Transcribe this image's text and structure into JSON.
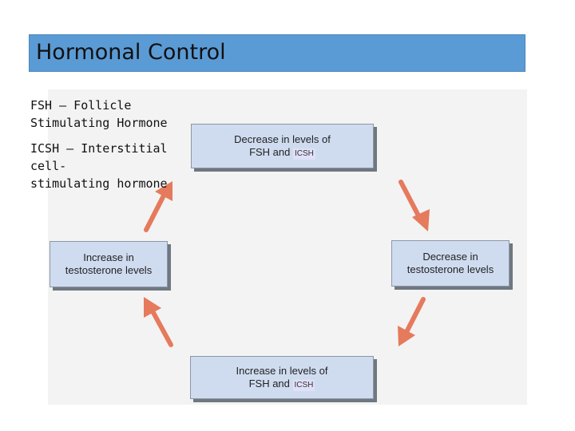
{
  "title": "Hormonal Control",
  "definitions": [
    "FSH – Follicle\nStimulating Hormone",
    "ICSH – Interstitial cell-\nstimulating hormone"
  ],
  "diagram": {
    "boxes": {
      "top": {
        "text": "Decrease in levels of\nFSH and",
        "tag": "ICSH"
      },
      "right": {
        "text": "Decrease in\ntestosterone levels"
      },
      "bottom": {
        "text": "Increase in levels of\nFSH and",
        "tag": "ICSH"
      },
      "left": {
        "text": "Increase in\ntestosterone levels"
      }
    },
    "arrow_color": "#e57a5c"
  }
}
